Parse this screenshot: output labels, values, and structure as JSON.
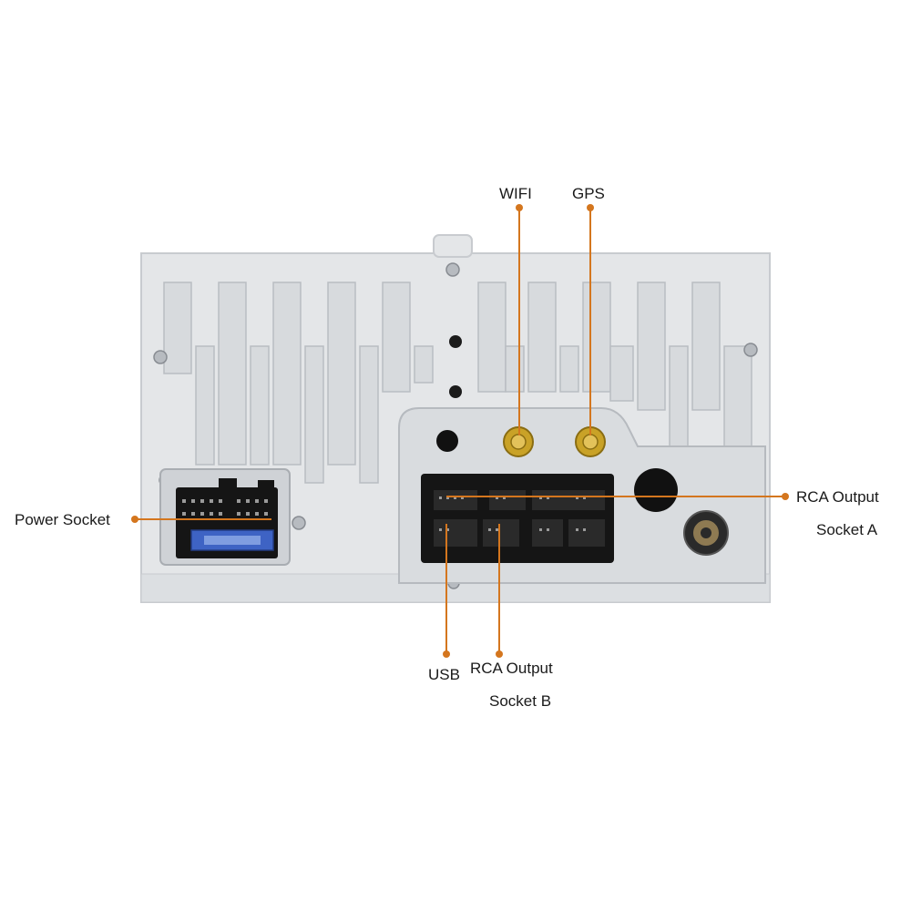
{
  "labels": {
    "wifi": "WIFI",
    "gps": "GPS",
    "power_socket": "Power Socket",
    "rca_output_a_line1": "RCA Output",
    "rca_output_a_line2": "Socket A",
    "usb": "USB",
    "rca_output_b_line1": "RCA Output",
    "rca_output_b_line2": "Socket B"
  },
  "colors": {
    "callout": "#d4761e",
    "housing": "#e4e6e8",
    "housing_shadow": "#c8cbcf",
    "connector": "#151515",
    "fuse": "#3e63c4",
    "antenna_gold": "#c9a227"
  }
}
